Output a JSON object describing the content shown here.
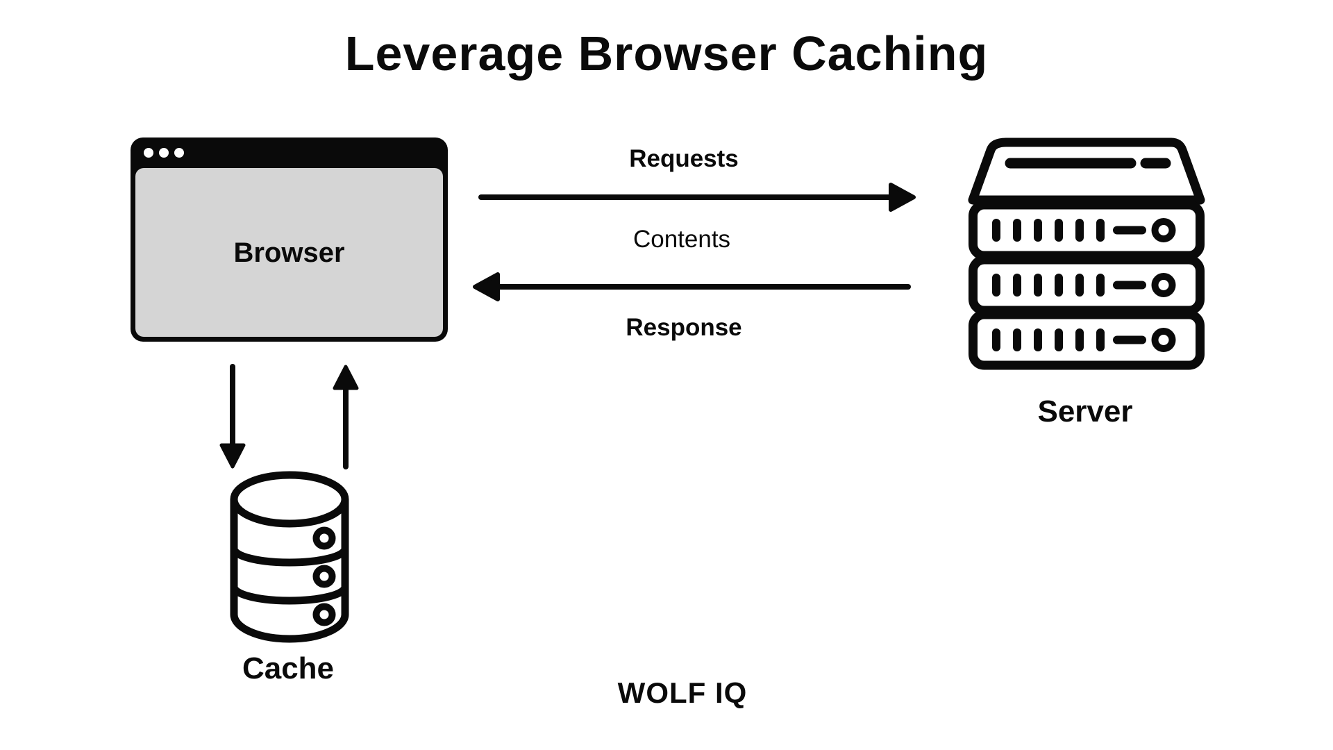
{
  "title": "Leverage Browser Caching",
  "nodes": {
    "browser": {
      "label": "Browser",
      "icon": "browser-window-icon"
    },
    "server": {
      "label": "Server",
      "icon": "server-rack-icon"
    },
    "cache": {
      "label": "Cache",
      "icon": "database-cylinder-icon"
    }
  },
  "flows": {
    "requests": {
      "label": "Requests",
      "from": "browser",
      "to": "server"
    },
    "contents": {
      "label": "Contents"
    },
    "response": {
      "label": "Response",
      "from": "server",
      "to": "browser"
    },
    "cache_write": {
      "from": "browser",
      "to": "cache"
    },
    "cache_read": {
      "from": "cache",
      "to": "browser"
    }
  },
  "footer": {
    "brand": "WOLF IQ"
  },
  "colors": {
    "ink": "#0a0a0a",
    "browser_fill": "#d5d5d5",
    "background": "#ffffff"
  }
}
